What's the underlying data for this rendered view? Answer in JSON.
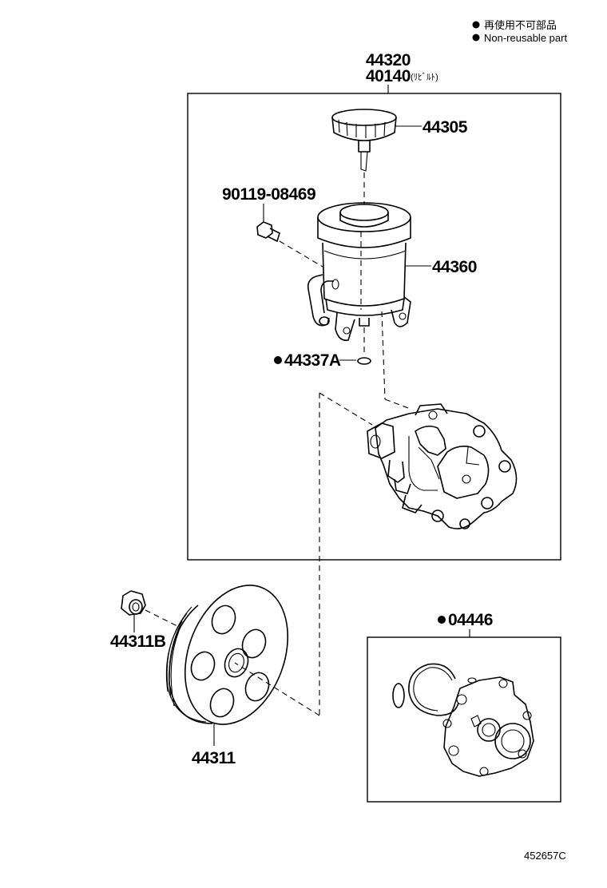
{
  "legend": {
    "line_ja": "再使用不可部品",
    "line_en": "Non-reusable part"
  },
  "parts": {
    "assembly_main": "44320",
    "assembly_alt": "40140",
    "assembly_alt_note": "(ﾘﾋﾞﾙﾄ)",
    "reservoir_cap": "44305",
    "bolt": "90119-08469",
    "reservoir": "44360",
    "oring": "44337A",
    "pulley_nut": "44311B",
    "pulley": "44311",
    "gasket_kit": "04446"
  },
  "diagram_id": "452657C"
}
